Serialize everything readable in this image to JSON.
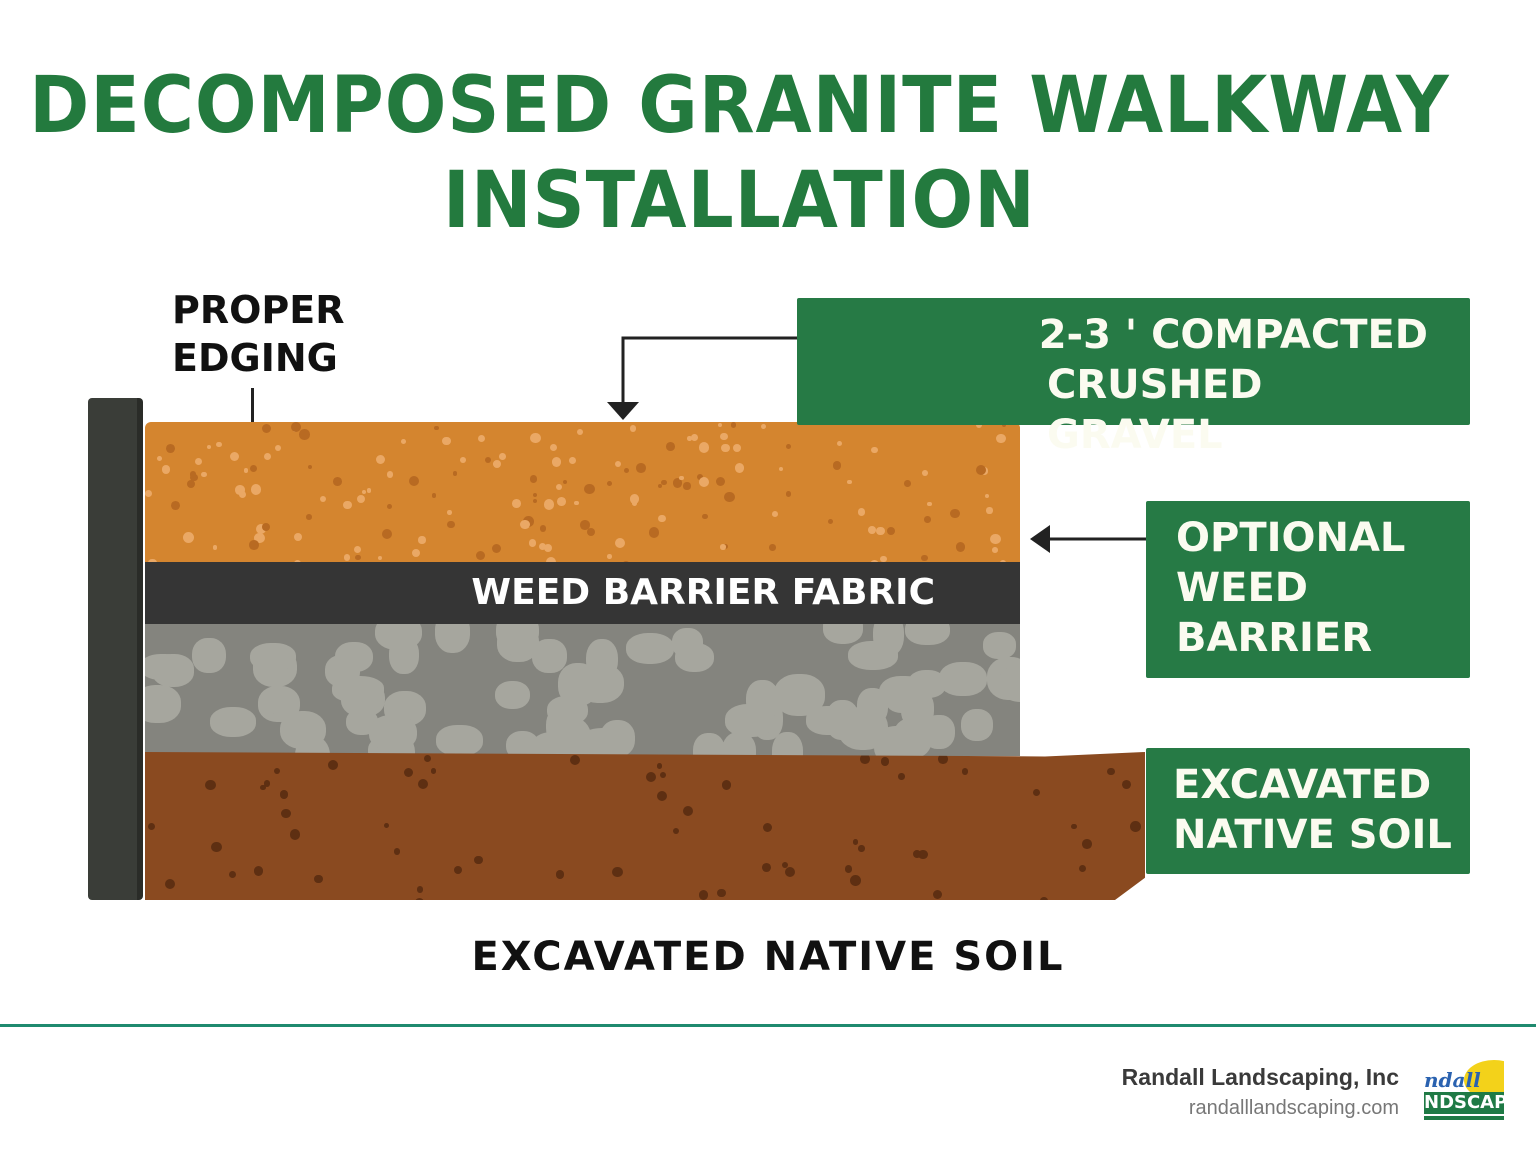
{
  "title": {
    "line1": "DECOMPOSED GRANITE WALKWAY",
    "line2": "INSTALLATION"
  },
  "labels": {
    "edging": {
      "line1": "PROPER",
      "line2": "EDGING"
    },
    "gravel": {
      "line1": "2-3 ' COMPACTED",
      "line2": "CRUSHED GRAVEL"
    },
    "weed": {
      "line1": "OPTIONAL",
      "line2": "WEED",
      "line3": "BARRIER"
    },
    "soil": {
      "line1": "EXCAVATED",
      "line2": "NATIVE SOIL"
    },
    "fabric": "WEED BARRIER FABRIC",
    "bottom": "EXCAVATED NATIVE SOIL"
  },
  "footer": {
    "company": "Randall Landscaping, Inc",
    "website": "randalllandscaping.com",
    "logo_text": "Randall LANDSCAPING"
  },
  "colors": {
    "title": "#237a3e",
    "box": "#267a45",
    "granite": "#d4852f",
    "fabric": "#353535",
    "gravel": "#8a8a84",
    "soil": "#8a4a20",
    "edging": "#3a3d38",
    "divider": "#1f8a6f"
  }
}
